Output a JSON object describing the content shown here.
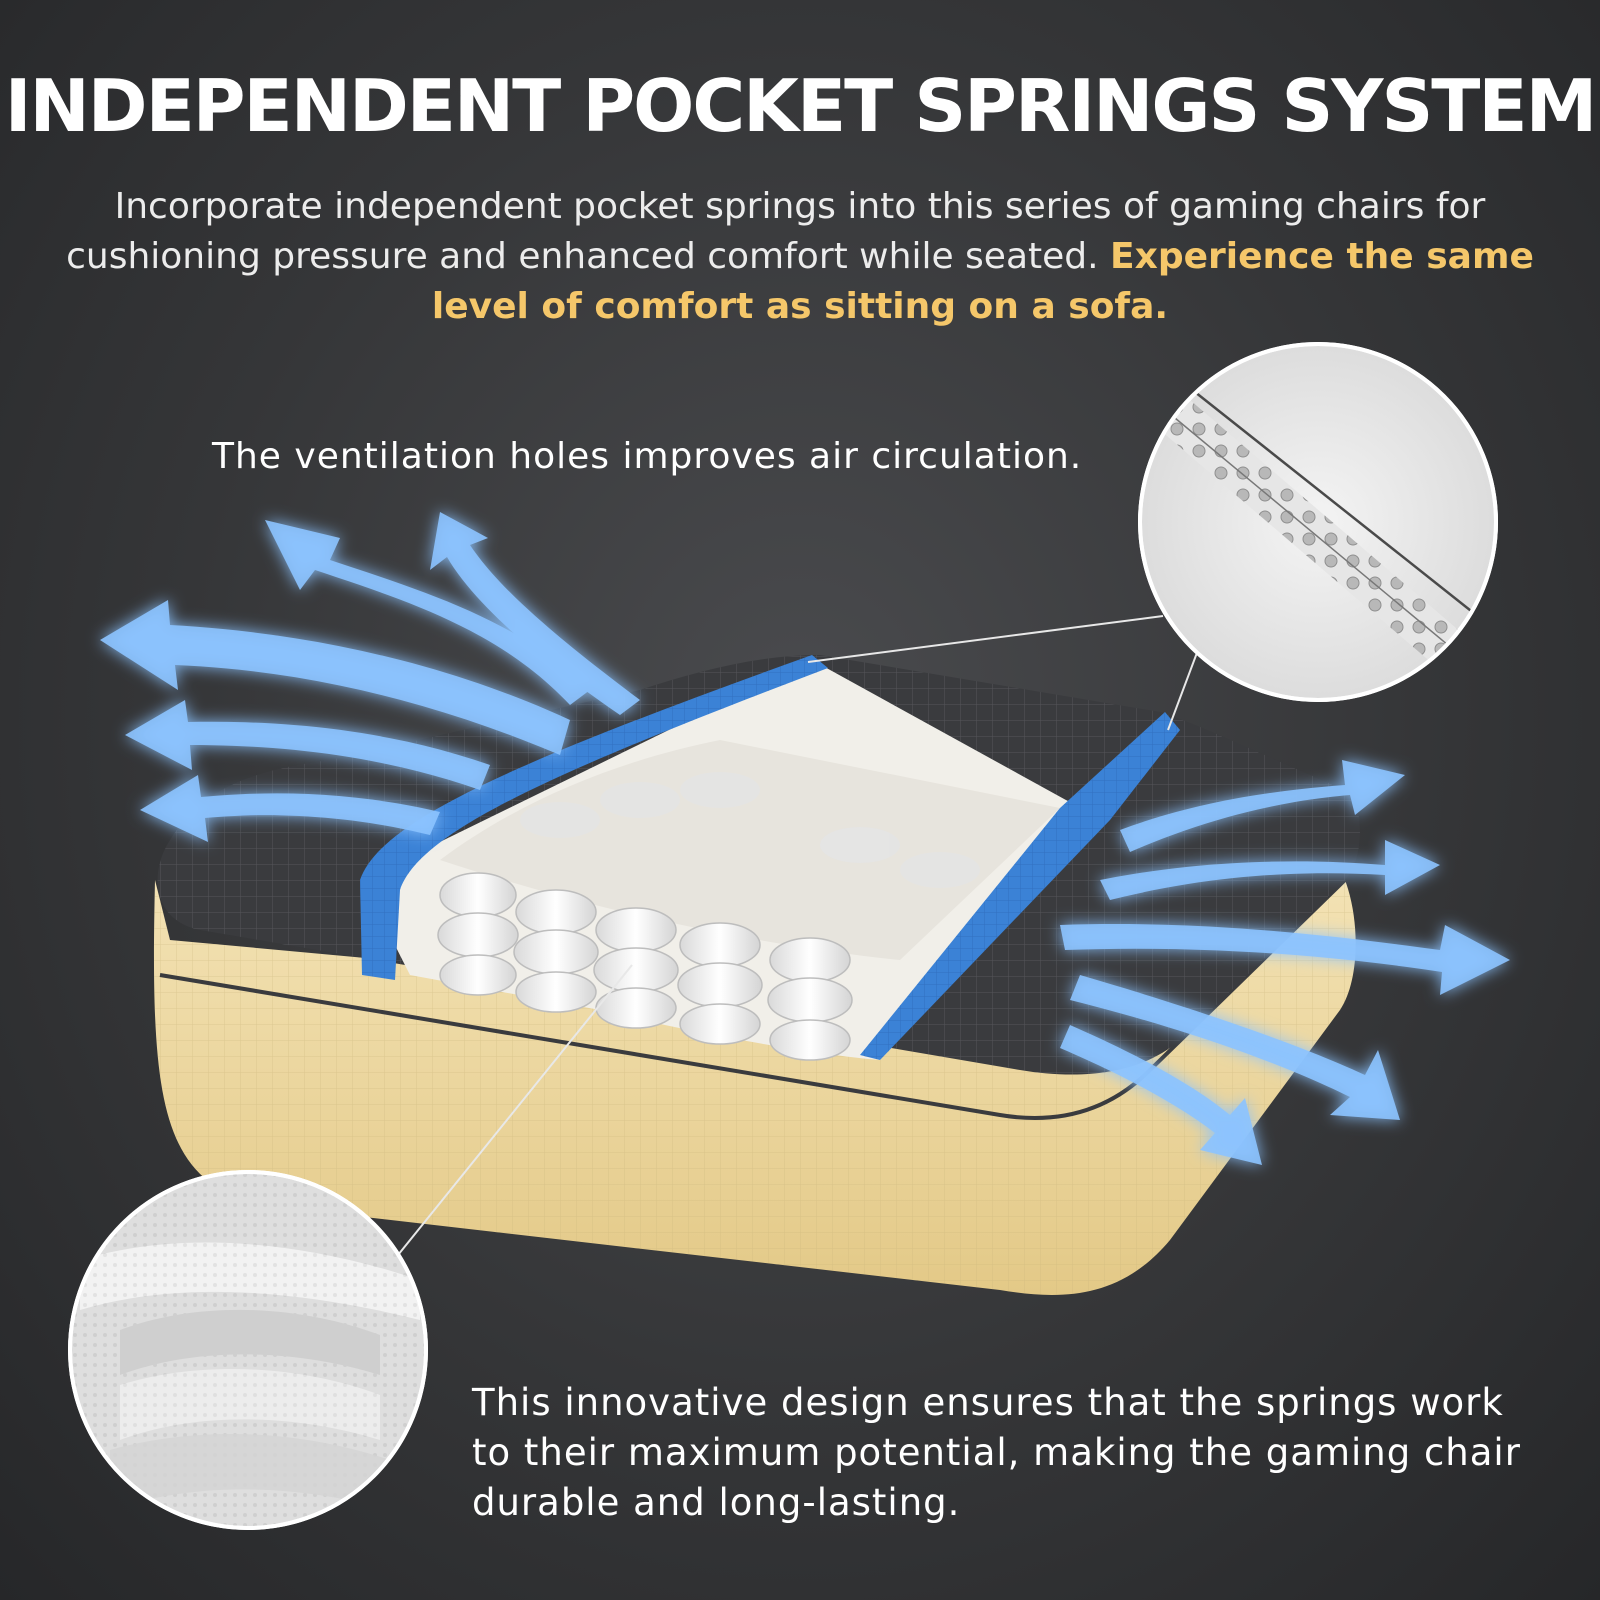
{
  "headline": "INDEPENDENT POCKET SPRINGS SYSTEM",
  "intro": {
    "text": "Incorporate independent pocket springs into this series of gaming chairs for cushioning pressure and enhanced comfort while seated.",
    "highlight": "Experience the same level of comfort as sitting on a sofa."
  },
  "callouts": {
    "ventilation": "The ventilation holes improves air circulation.",
    "springs": "This innovative design ensures that the springs work to their maximum potential, making the gaming chair durable and long-lasting."
  },
  "colors": {
    "highlight": "#f5c76a",
    "foam": "#ecd79e",
    "cover": "#3a3b3e",
    "mesh_band": "#3b82d6",
    "airflow": "#8cc4ff"
  },
  "icons": {
    "airflow": "airflow-arrow-icon",
    "zoom": "magnifier-circle"
  }
}
